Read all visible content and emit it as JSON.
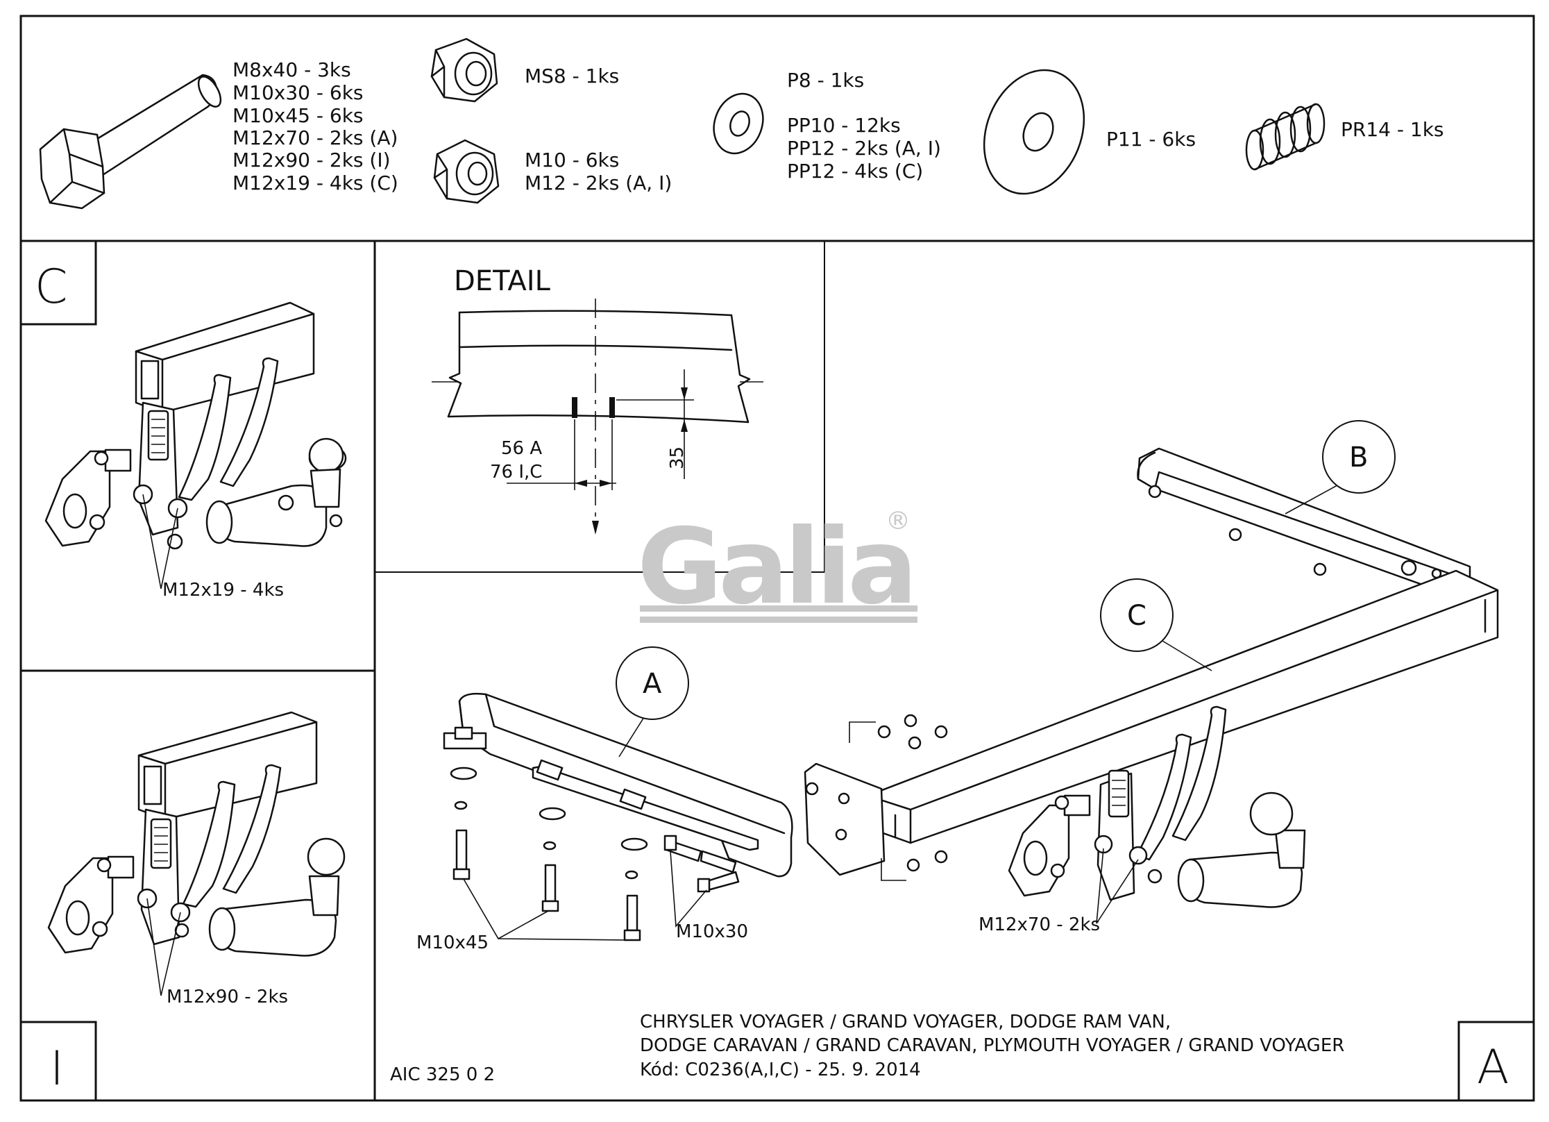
{
  "parts": {
    "bolts": [
      "M8x40 - 3ks",
      "M10x30 - 6ks",
      "M10x45 - 6ks",
      "M12x70 - 2ks (A)",
      "M12x90 - 2ks (I)",
      "M12x19 - 4ks (C)"
    ],
    "nut_ms8": "MS8 - 1ks",
    "nuts": [
      "M10 - 6ks",
      "M12 - 2ks (A, I)"
    ],
    "washer_p8": "P8 - 1ks",
    "washers_pp": [
      "PP10 - 12ks",
      "PP12 - 2ks (A, I)",
      "PP12 - 4ks (C)"
    ],
    "washer_p11": "P11 - 6ks",
    "spring": "PR14 - 1ks"
  },
  "panel_c": {
    "letter": "C",
    "label": "M12x19 - 4ks"
  },
  "panel_i": {
    "letter": "I",
    "label": "M12x90 - 2ks"
  },
  "detail": {
    "title": "DETAIL",
    "dim_a": "56 A",
    "dim_ic": "76 I,C",
    "dim_v": "35"
  },
  "watermark": {
    "text": "Galia",
    "mark": "®"
  },
  "main": {
    "callout_a": "A",
    "callout_b": "B",
    "callout_c": "C",
    "label_m10x45": "M10x45",
    "label_m10x30": "M10x30",
    "label_m12x70": "M12x70 - 2ks"
  },
  "footer": {
    "code": "AIC 325 0 2",
    "line1": "CHRYSLER VOYAGER / GRAND VOYAGER, DODGE RAM VAN,",
    "line2": "DODGE CARAVAN / GRAND CARAVAN, PLYMOUTH VOYAGER / GRAND VOYAGER",
    "line3": "Kód: C0236(A,I,C) - 25. 9. 2014",
    "variant": "A"
  }
}
